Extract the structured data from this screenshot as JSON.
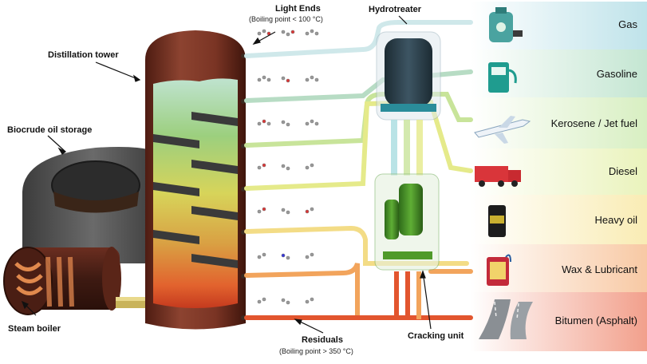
{
  "labels": {
    "distillation_tower": "Distillation tower",
    "biocrude_storage": "Biocrude oil storage",
    "steam_boiler": "Steam boiler",
    "light_ends": "Light Ends",
    "light_ends_bp": "(Boiling point < 100 °C)",
    "hydrotreater": "Hydrotreater",
    "residuals": "Residuals",
    "residuals_bp": "(Boiling point > 350 °C)",
    "cracking_unit": "Cracking unit"
  },
  "products": [
    {
      "label": "Gas",
      "icon": "gas-cylinder-icon",
      "color": "#bfe3ea"
    },
    {
      "label": "Gasoline",
      "icon": "fuel-pump-icon",
      "color": "#cde8d8"
    },
    {
      "label": "Kerosene / Jet fuel",
      "icon": "airplane-icon",
      "color": "#dff0c8"
    },
    {
      "label": "Diesel",
      "icon": "truck-icon",
      "color": "#eef4c2"
    },
    {
      "label": "Heavy oil",
      "icon": "oil-barrel-icon",
      "color": "#f8efbe"
    },
    {
      "label": "Wax & Lubricant",
      "icon": "lubricant-can-icon",
      "color": "#f8d7b8"
    },
    {
      "label": "Bitumen (Asphalt)",
      "icon": "road-icon",
      "color": "#f4b7a8"
    }
  ],
  "colors": {
    "tower": "#7a3424",
    "pipe_gas": "#cfe8ea",
    "pipe_gasoline": "#b7dcc4",
    "pipe_kerosene": "#c8e49a",
    "pipe_diesel": "#e5ea8a",
    "pipe_heavy": "#f3dc86",
    "pipe_wax": "#f2a45c",
    "pipe_residual": "#e2552e"
  }
}
